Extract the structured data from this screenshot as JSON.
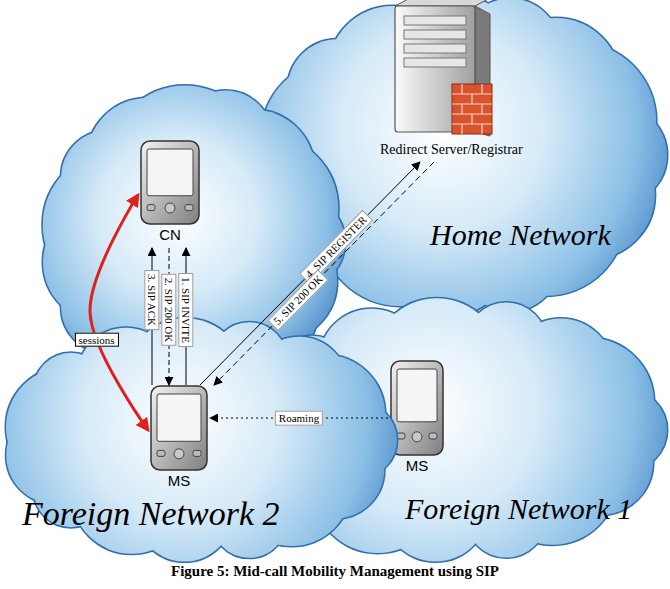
{
  "diagram": {
    "caption": "Figure 5: Mid-call Mobility Management using SIP",
    "nodes": [
      {
        "text": [
          "Home Network"
        ]
      },
      {
        "text": [
          "Redirect Server/Registrar"
        ],
        "in": 0
      },
      {
        "text": [
          "CN"
        ]
      },
      {
        "text": [
          "Foreign Network 2"
        ]
      },
      {
        "text": [
          "MS"
        ],
        "in": 3
      },
      {
        "text": [
          "Foreign Network 1"
        ]
      },
      {
        "text": [
          "MS"
        ],
        "in": 5
      }
    ],
    "edges": [
      {
        "from": 4,
        "to": 2,
        "label": "1. SIP INVITE",
        "arrow": "to"
      },
      {
        "from": 2,
        "to": 4,
        "label": "2. SIP 200 OK",
        "arrow": "to"
      },
      {
        "from": 4,
        "to": 2,
        "label": "3. SIP ACK",
        "arrow": "to"
      },
      {
        "from": 4,
        "to": 1,
        "label": "4. SIP REGISTER",
        "arrow": "to"
      },
      {
        "from": 1,
        "to": 4,
        "label": "5. SIP 200 OK",
        "arrow": "to"
      },
      {
        "from": 2,
        "to": 4,
        "label": "sessions",
        "arrow": "both"
      },
      {
        "from": 6,
        "to": 4,
        "label": "Roaming",
        "arrow": "to"
      }
    ]
  }
}
